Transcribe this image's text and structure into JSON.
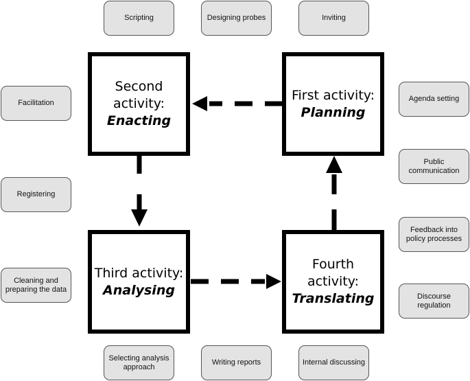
{
  "activities": {
    "first": {
      "line1": "First activity:",
      "name": "Planning"
    },
    "second": {
      "line1a": "Second",
      "line1b": "activity:",
      "name": "Enacting"
    },
    "third": {
      "line1": "Third activity:",
      "name": "Analysing"
    },
    "fourth": {
      "line1": "Fourth activity:",
      "name": "Translating"
    }
  },
  "tags": {
    "top": [
      "Scripting",
      "Designing probes",
      "Inviting"
    ],
    "left": [
      "Facilitation",
      "Registering",
      "Cleaning and preparing the data"
    ],
    "right": [
      "Agenda setting",
      "Public communication",
      "Feedback into policy processes",
      "Discourse regulation"
    ],
    "bottom": [
      "Selecting analysis approach",
      "Writing reports",
      "Internal discussing"
    ]
  },
  "colors": {
    "tag_fill": "#e3e3e3",
    "tag_border": "#555555",
    "line": "#000000"
  }
}
